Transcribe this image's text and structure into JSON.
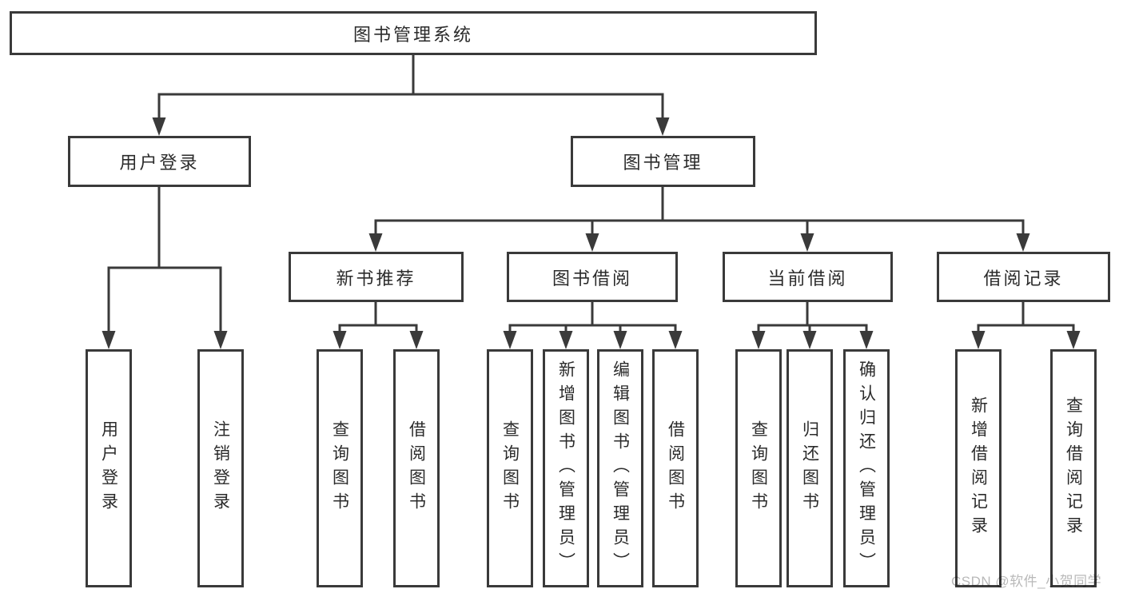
{
  "diagram": {
    "root": "图书管理系统",
    "branches": {
      "user_login": "用户登录",
      "book_management": "图书管理"
    },
    "modules": {
      "new_book_recommend": "新书推荐",
      "book_borrow": "图书借阅",
      "current_borrow": "当前借阅",
      "borrow_record": "借阅记录"
    },
    "leaves": {
      "user_login": [
        "用户登录",
        "注销登录"
      ],
      "new_book_recommend": [
        "查询图书",
        "借阅图书"
      ],
      "book_borrow": [
        "查询图书",
        "新增图书（管理员）",
        "编辑图书（管理员）",
        "借阅图书"
      ],
      "current_borrow": [
        "查询图书",
        "归还图书",
        "确认归还（管理员）"
      ],
      "borrow_record": [
        "新增借阅记录",
        "查询借阅记录"
      ]
    }
  },
  "watermark": "CSDN @软件_小贺同学",
  "colors": {
    "line": "#3a3a3a",
    "box_border": "#3a3a3a",
    "text": "#2b2b2b",
    "watermark": "#b9b9b9",
    "background": "#ffffff"
  }
}
